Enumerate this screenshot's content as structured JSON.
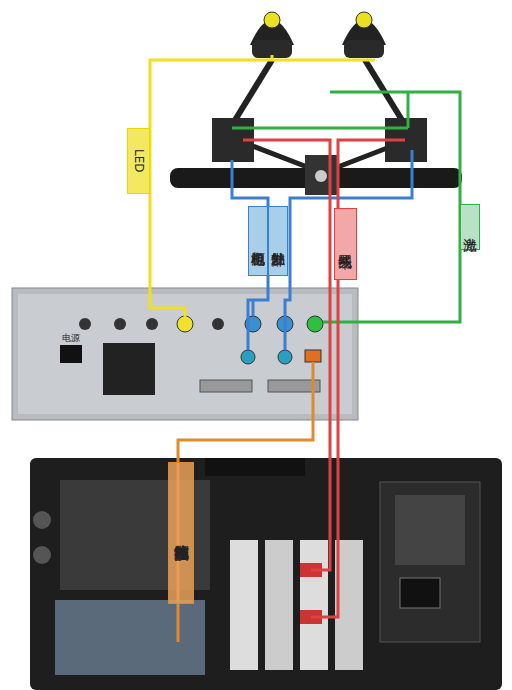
{
  "diagram": {
    "nodes": [
      {
        "text": [
          "LED"
        ]
      },
      {
        "text": [
          "相机电源"
        ]
      },
      {
        "text": [
          "外部触发"
        ]
      },
      {
        "text": [
          "千兆网线"
        ]
      },
      {
        "text": [
          "激光"
        ]
      },
      {
        "text": [
          "控制箱电脑连接线"
        ]
      }
    ],
    "labels": [
      "电源"
    ]
  }
}
